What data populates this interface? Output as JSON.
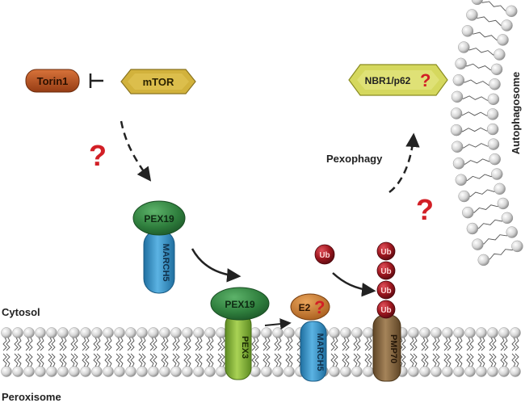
{
  "nodes": {
    "torin1": "Torin1",
    "mtor": "mTOR",
    "nbr1": "NBR1/p62",
    "pex19_top": "PEX19",
    "march5_top": "MARCH5",
    "pex19_mem": "PEX19",
    "pex3": "PEX3",
    "e2": "E2",
    "march5_mem": "MARCH5",
    "pmp70": "PMP70",
    "ub_free": "Ub",
    "ub_chain": [
      "Ub",
      "Ub",
      "Ub",
      "Ub"
    ]
  },
  "labels": {
    "cytosol": "Cytosol",
    "peroxisome": "Peroxisome",
    "pexophagy": "Pexophagy",
    "autophagosome": "Autophagosome"
  },
  "unknown_mark": "?",
  "colors": {
    "torin1": "#c2551f",
    "mtor": "#d2b23c",
    "nbr1": "#d5d85e",
    "pex19": "#2e7d3c",
    "march5": "#3f97c9",
    "pex3": "#8bb93a",
    "e2": "#c87a2a",
    "pmp70": "#8a6a44",
    "ub": "#a01820",
    "question": "#d21f26",
    "membrane_head": "#d6d6d6"
  }
}
